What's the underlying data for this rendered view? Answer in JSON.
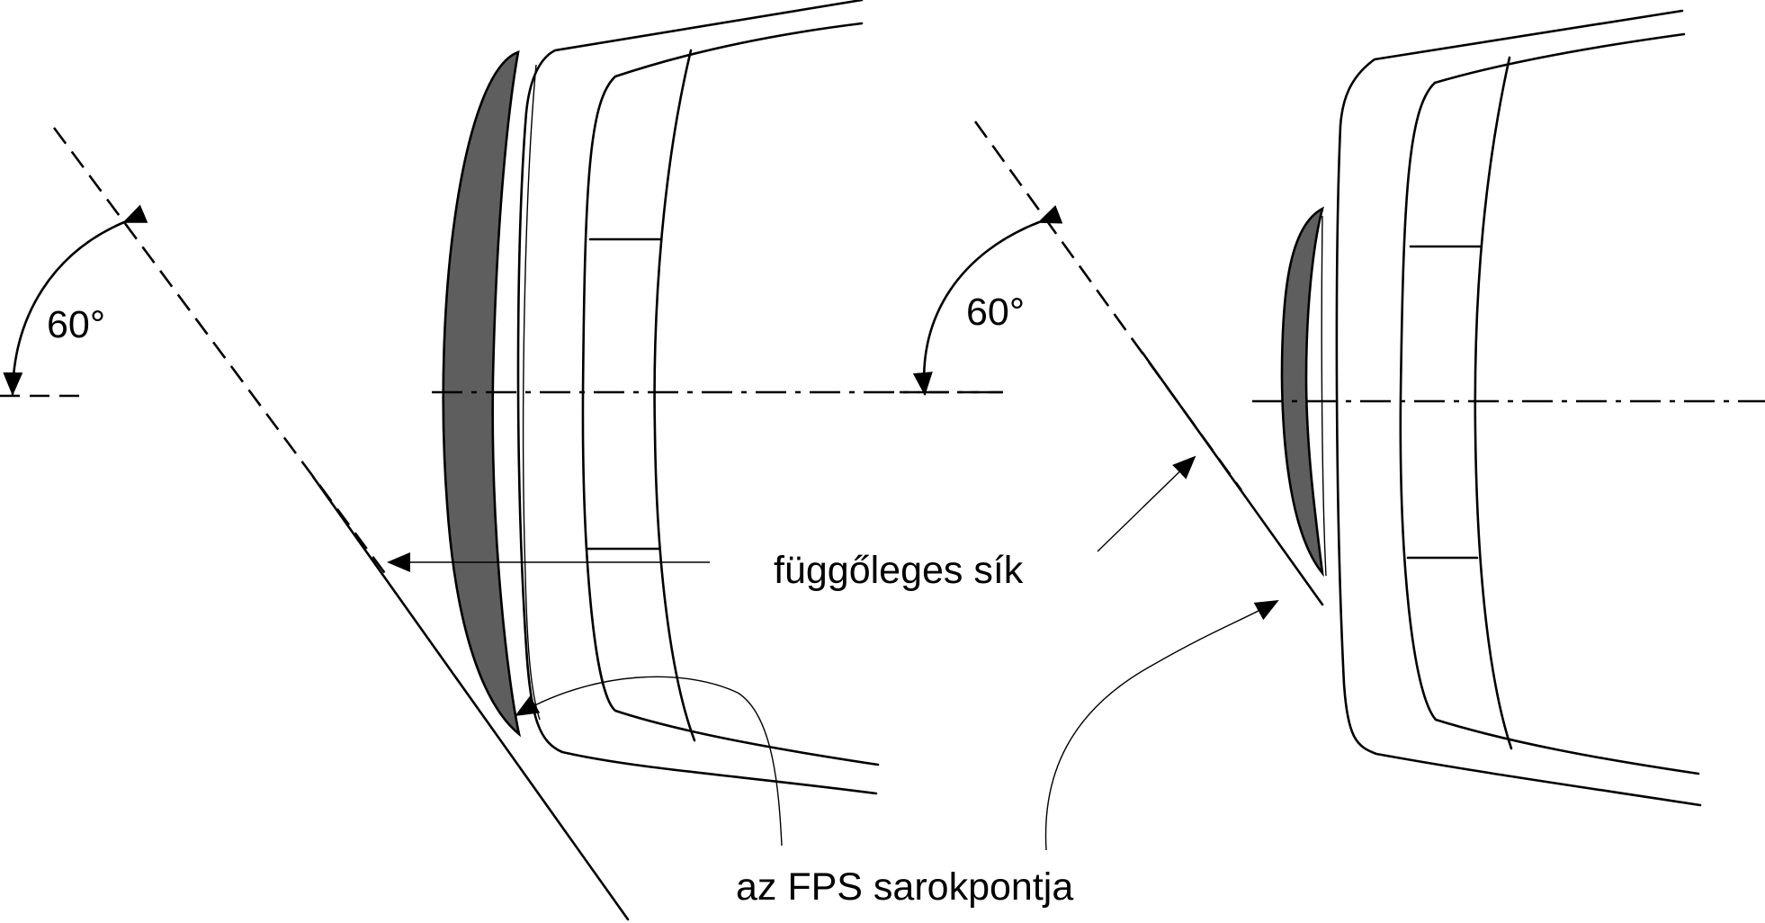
{
  "labels": {
    "angle_left": "60°",
    "angle_right": "60°",
    "vertical_plane": "függőleges sík",
    "fps_corner_point": "az FPS sarokpontja"
  },
  "colors": {
    "lens_fill": "#5e5e5e",
    "line": "#000000",
    "background": "#ffffff"
  }
}
